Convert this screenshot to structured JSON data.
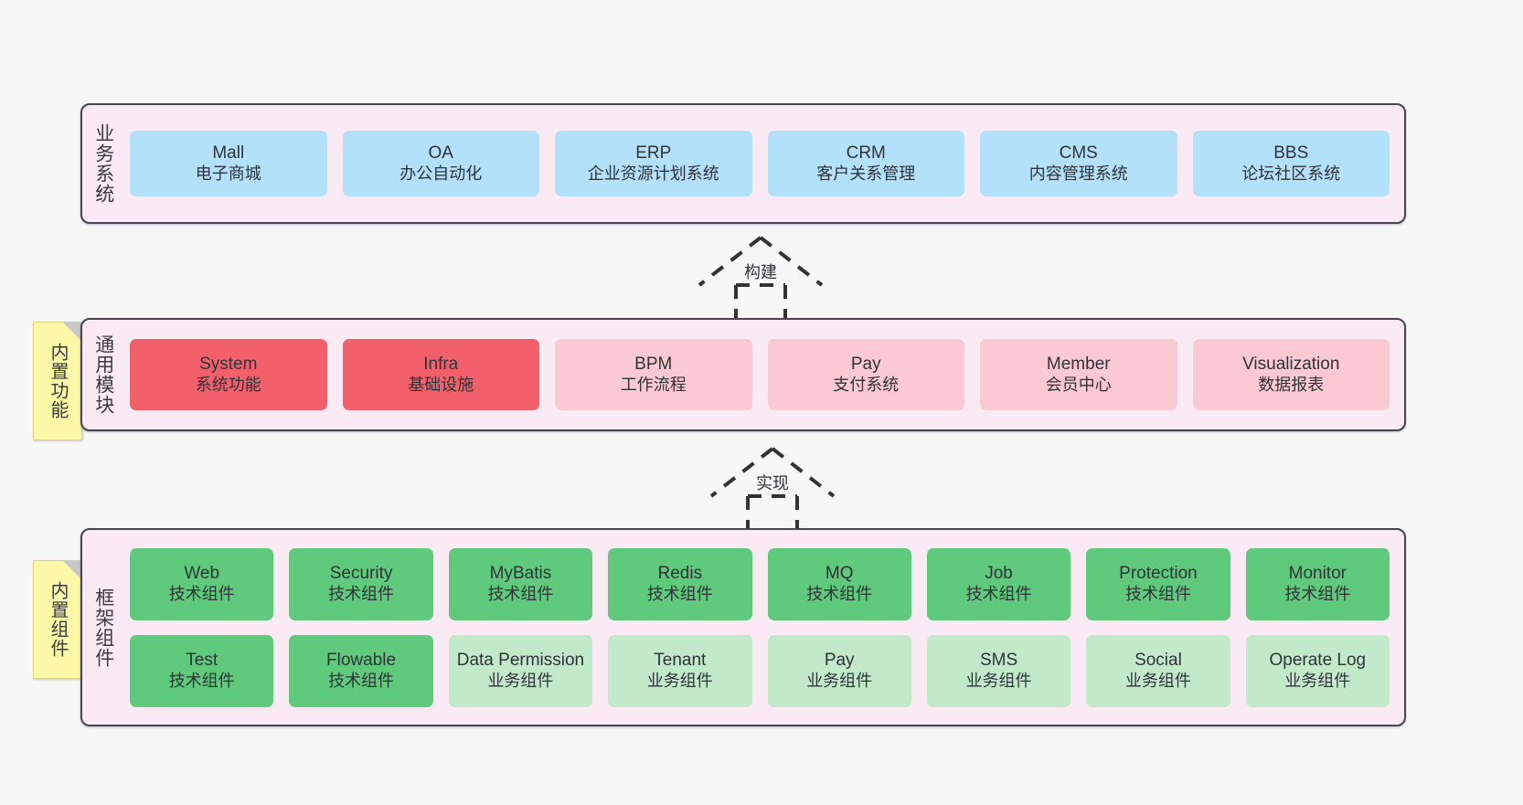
{
  "background_color": "#f7f7f7",
  "palette": {
    "container_bg": "#f9eaf4",
    "container_border": "#4a4453",
    "blue": "#b3e0fb",
    "red": "#f2616b",
    "pink": "#fbc9d2",
    "green": "#5fc97c",
    "light_green": "#c2e9ca",
    "note_yellow": "#fbf8a8"
  },
  "sections": {
    "business": {
      "label": "业务系统",
      "rows": [
        [
          {
            "title": "Mall",
            "subtitle": "电子商城",
            "color": "blue"
          },
          {
            "title": "OA",
            "subtitle": "办公自动化",
            "color": "blue"
          },
          {
            "title": "ERP",
            "subtitle": "企业资源计划系统",
            "color": "blue"
          },
          {
            "title": "CRM",
            "subtitle": "客户关系管理",
            "color": "blue"
          },
          {
            "title": "CMS",
            "subtitle": "内容管理系统",
            "color": "blue"
          },
          {
            "title": "BBS",
            "subtitle": "论坛社区系统",
            "color": "blue"
          }
        ]
      ]
    },
    "modules": {
      "label": "通用模块",
      "note": "内置功能",
      "rows": [
        [
          {
            "title": "System",
            "subtitle": "系统功能",
            "color": "red"
          },
          {
            "title": "Infra",
            "subtitle": "基础设施",
            "color": "red"
          },
          {
            "title": "BPM",
            "subtitle": "工作流程",
            "color": "pink"
          },
          {
            "title": "Pay",
            "subtitle": "支付系统",
            "color": "pink"
          },
          {
            "title": "Member",
            "subtitle": "会员中心",
            "color": "pink"
          },
          {
            "title": "Visualization",
            "subtitle": "数据报表",
            "color": "pink"
          }
        ]
      ]
    },
    "framework": {
      "label": "框架组件",
      "note": "内置组件",
      "rows": [
        [
          {
            "title": "Web",
            "subtitle": "技术组件",
            "color": "green"
          },
          {
            "title": "Security",
            "subtitle": "技术组件",
            "color": "green"
          },
          {
            "title": "MyBatis",
            "subtitle": "技术组件",
            "color": "green"
          },
          {
            "title": "Redis",
            "subtitle": "技术组件",
            "color": "green"
          },
          {
            "title": "MQ",
            "subtitle": "技术组件",
            "color": "green"
          },
          {
            "title": "Job",
            "subtitle": "技术组件",
            "color": "green"
          },
          {
            "title": "Protection",
            "subtitle": "技术组件",
            "color": "green"
          },
          {
            "title": "Monitor",
            "subtitle": "技术组件",
            "color": "green"
          }
        ],
        [
          {
            "title": "Test",
            "subtitle": "技术组件",
            "color": "green"
          },
          {
            "title": "Flowable",
            "subtitle": "技术组件",
            "color": "green"
          },
          {
            "title": "Data Permission",
            "subtitle": "业务组件",
            "color": "light_green"
          },
          {
            "title": "Tenant",
            "subtitle": "业务组件",
            "color": "light_green"
          },
          {
            "title": "Pay",
            "subtitle": "业务组件",
            "color": "light_green"
          },
          {
            "title": "SMS",
            "subtitle": "业务组件",
            "color": "light_green"
          },
          {
            "title": "Social",
            "subtitle": "业务组件",
            "color": "light_green"
          },
          {
            "title": "Operate Log",
            "subtitle": "业务组件",
            "color": "light_green"
          }
        ]
      ]
    }
  },
  "arrows": [
    {
      "id": "build",
      "label": "构建",
      "direction": "up"
    },
    {
      "id": "implement",
      "label": "实现",
      "direction": "up"
    }
  ]
}
